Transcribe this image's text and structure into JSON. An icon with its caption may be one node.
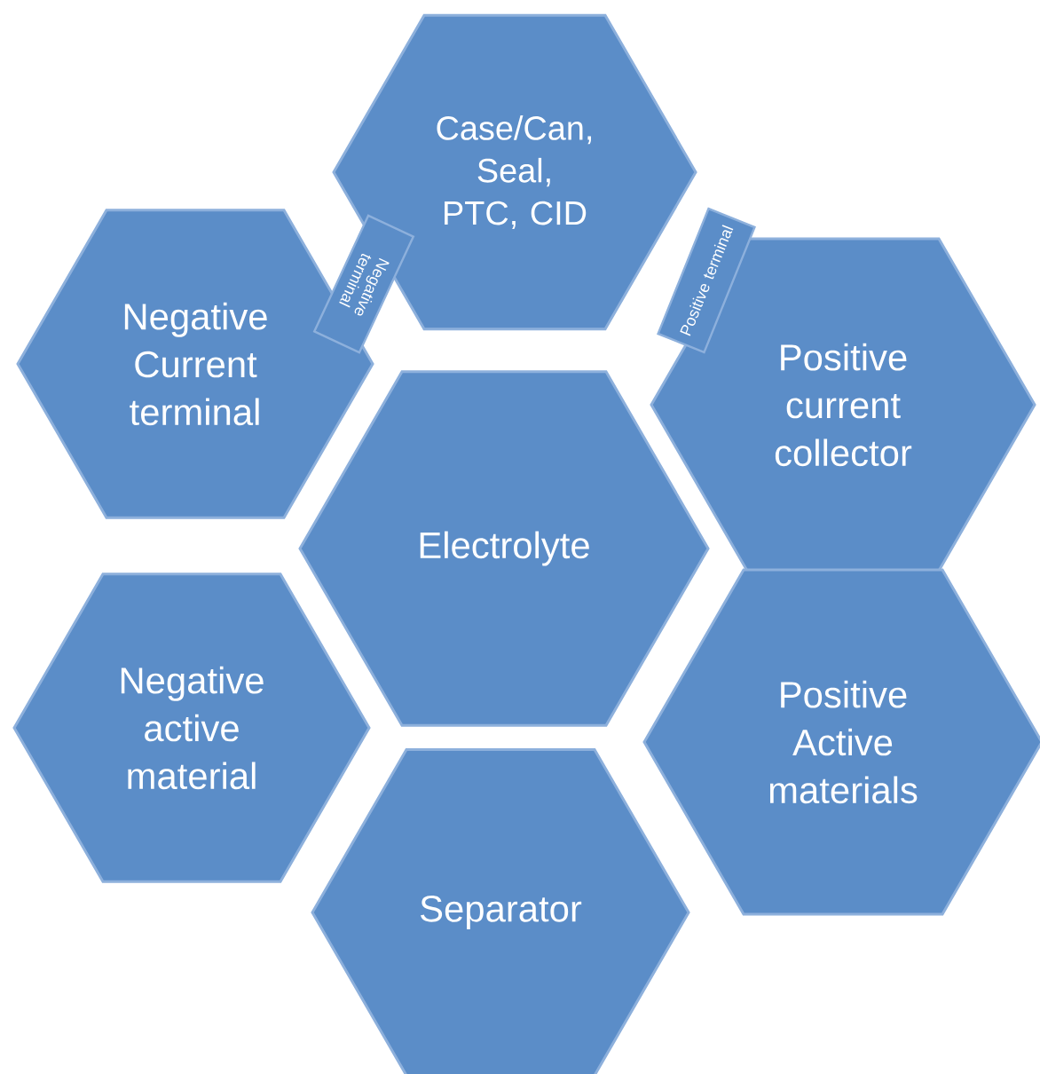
{
  "diagram": {
    "nodes": [
      {
        "text": [
          "Case/Can, Seal, PTC, CID"
        ]
      },
      {
        "text": [
          "Negative terminal"
        ]
      },
      {
        "text": [
          "Positive terminal"
        ]
      },
      {
        "text": [
          "Negative Current terminal"
        ]
      },
      {
        "text": [
          "Positive current collector"
        ]
      },
      {
        "text": [
          "Electrolyte"
        ]
      },
      {
        "text": [
          "Negative active material"
        ]
      },
      {
        "text": [
          "Positive Active materials"
        ]
      },
      {
        "text": [
          "Separator"
        ]
      }
    ]
  }
}
